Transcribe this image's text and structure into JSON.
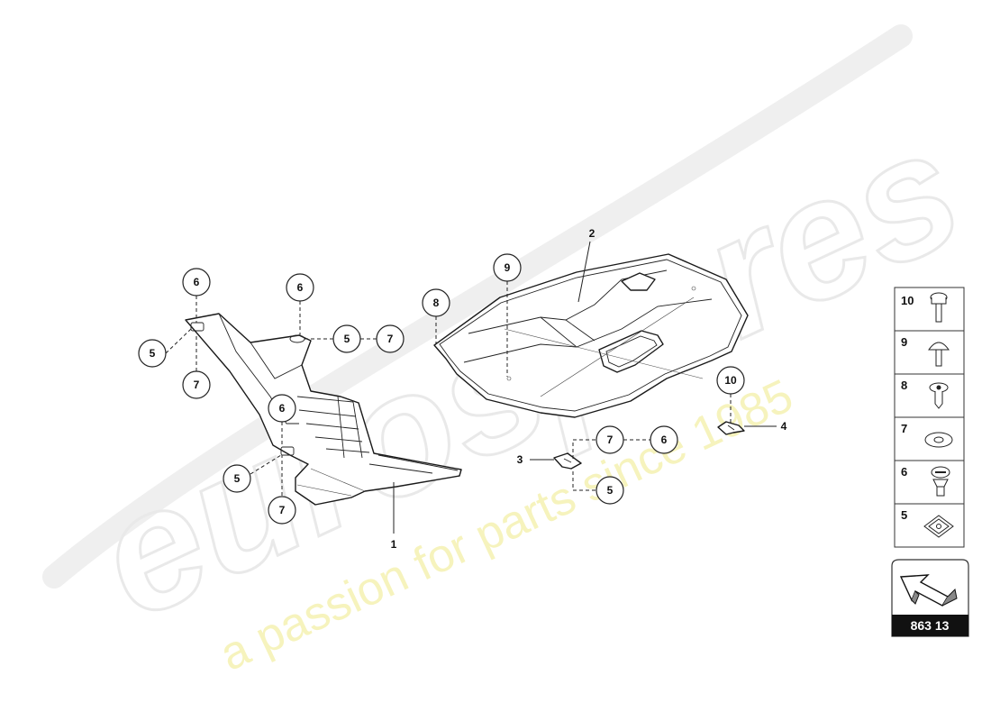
{
  "watermark": {
    "logo_text": "eurospares",
    "tagline": "a passion for parts since 1985"
  },
  "callouts": [
    {
      "id": "c6a",
      "label": "6"
    },
    {
      "id": "c5a",
      "label": "5"
    },
    {
      "id": "c7a",
      "label": "7"
    },
    {
      "id": "c6b",
      "label": "6"
    },
    {
      "id": "c5b",
      "label": "5"
    },
    {
      "id": "c7b",
      "label": "7"
    },
    {
      "id": "c6c",
      "label": "6"
    },
    {
      "id": "c5c",
      "label": "5"
    },
    {
      "id": "c7c",
      "label": "7"
    },
    {
      "id": "c9",
      "label": "9"
    },
    {
      "id": "c8",
      "label": "8"
    },
    {
      "id": "c10",
      "label": "10"
    },
    {
      "id": "c7d",
      "label": "7"
    },
    {
      "id": "c6d",
      "label": "6"
    },
    {
      "id": "c5d",
      "label": "5"
    }
  ],
  "part_labels": {
    "part1": "1",
    "part2": "2",
    "part3": "3",
    "part4": "4"
  },
  "legend": [
    {
      "number": "10",
      "icon": "bolt-flange-icon"
    },
    {
      "number": "9",
      "icon": "rivet-icon"
    },
    {
      "number": "8",
      "icon": "screw-rivet-icon"
    },
    {
      "number": "7",
      "icon": "washer-icon"
    },
    {
      "number": "6",
      "icon": "quarter-turn-fastener-icon"
    },
    {
      "number": "5",
      "icon": "clip-nut-icon"
    }
  ],
  "reference": {
    "code": "863 13",
    "icon": "direction-arrow-icon"
  }
}
